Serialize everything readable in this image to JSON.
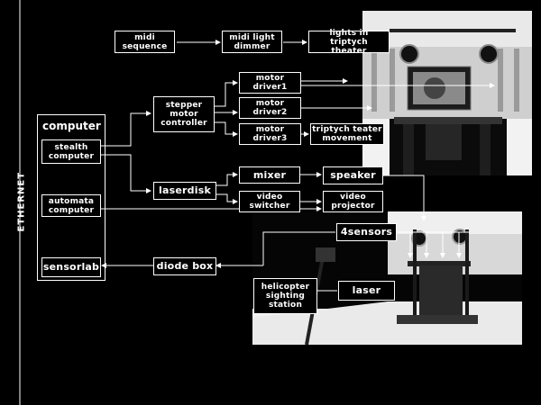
{
  "side_label": "ETHERNET",
  "computer_group": {
    "title": "computer"
  },
  "nodes": {
    "midi_sequence": "midi\nsequence",
    "midi_light_dimmer": "midi light\ndimmer",
    "lights_triptych": "lights in triptych\ntheater",
    "motor_driver1": "motor\ndriver1",
    "stepper_motor_controller": "stepper\nmotor\ncontroller",
    "motor_driver2": "motor\ndriver2",
    "motor_driver3": "motor\ndriver3",
    "triptych_teater_movement": "triptych teater\nmovement",
    "stealth_computer": "stealth\ncomputer",
    "laserdisk": "laserdisk",
    "mixer": "mixer",
    "speaker": "speaker",
    "video_switcher": "video\nswitcher",
    "video_projector": "video\nprojector",
    "automata_computer": "automata\ncomputer",
    "sensors4": "4sensors",
    "sensorlab": "sensorlab",
    "diode_box": "diode box",
    "helicopter_sighting_station": "helicopter\nsighting\nstation",
    "laser": "laser"
  },
  "colors": {
    "background": "#000000",
    "foreground": "#ffffff",
    "photo_light": "#e8e8e8",
    "photo_dark": "#1a1a1a"
  }
}
